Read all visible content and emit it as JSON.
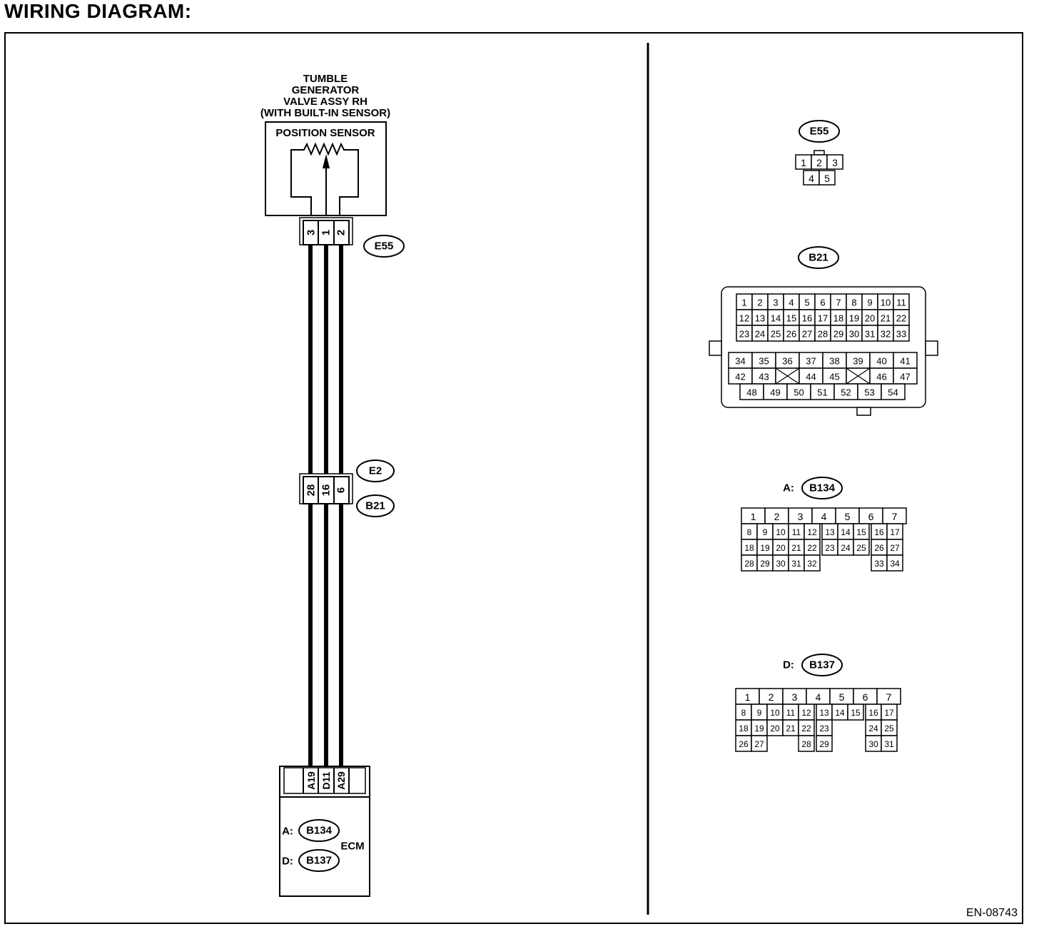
{
  "page": {
    "heading": "WIRING DIAGRAM:",
    "figure_code": "EN-08743"
  },
  "component": {
    "title_lines": [
      "TUMBLE",
      "GENERATOR",
      "VALVE ASSY RH",
      "(WITH BUILT-IN SENSOR)"
    ],
    "box_label": "POSITION SENSOR"
  },
  "connectors": {
    "sensor_connector": {
      "tag": "E55",
      "pins": [
        "3",
        "1",
        "2"
      ]
    },
    "joint_connector": {
      "tags": [
        "E2",
        "B21"
      ],
      "pins": [
        "28",
        "16",
        "6"
      ]
    },
    "ecm": {
      "label": "ECM",
      "pins": [
        "A19",
        "D11",
        "A29"
      ],
      "refs": [
        {
          "prefix": "A:",
          "tag": "B134"
        },
        {
          "prefix": "D:",
          "tag": "B137"
        }
      ]
    }
  },
  "pinouts": {
    "e55": {
      "tag": "E55",
      "rows": [
        [
          "1",
          "2",
          "3"
        ],
        [
          "4",
          "5"
        ]
      ]
    },
    "b21": {
      "tag": "B21",
      "upper_rows": [
        [
          "1",
          "2",
          "3",
          "4",
          "5",
          "6",
          "7",
          "8",
          "9",
          "10",
          "11"
        ],
        [
          "12",
          "13",
          "14",
          "15",
          "16",
          "17",
          "18",
          "19",
          "20",
          "21",
          "22"
        ],
        [
          "23",
          "24",
          "25",
          "26",
          "27",
          "28",
          "29",
          "30",
          "31",
          "32",
          "33"
        ]
      ],
      "lower_rows": [
        [
          "34",
          "35",
          "36",
          "37",
          "38",
          "39",
          "40",
          "41"
        ],
        [
          "42",
          "43",
          "",
          "44",
          "45",
          "",
          "46",
          "47"
        ],
        [
          "48",
          "49",
          "50",
          "51",
          "52",
          "53",
          "54"
        ]
      ]
    },
    "b134": {
      "prefix": "A:",
      "tag": "B134",
      "top_row": [
        "1",
        "2",
        "3",
        "4",
        "5",
        "6",
        "7"
      ],
      "rows": [
        [
          "8",
          "9",
          "10",
          "11",
          "12",
          "13",
          "14",
          "15",
          "16",
          "17"
        ],
        [
          "18",
          "19",
          "20",
          "21",
          "22",
          "23",
          "24",
          "25",
          "26",
          "27"
        ],
        [
          "28",
          "29",
          "30",
          "31",
          "32",
          "",
          "",
          "",
          "33",
          "34"
        ]
      ]
    },
    "b137": {
      "prefix": "D:",
      "tag": "B137",
      "top_row": [
        "1",
        "2",
        "3",
        "4",
        "5",
        "6",
        "7"
      ],
      "rows": [
        [
          "8",
          "9",
          "10",
          "11",
          "12",
          "13",
          "14",
          "15",
          "16",
          "17"
        ],
        [
          "18",
          "19",
          "20",
          "21",
          "22",
          "23",
          "",
          "",
          "24",
          "25"
        ],
        [
          "26",
          "27",
          "",
          "",
          "28",
          "29",
          "",
          "",
          "30",
          "31"
        ]
      ]
    }
  }
}
